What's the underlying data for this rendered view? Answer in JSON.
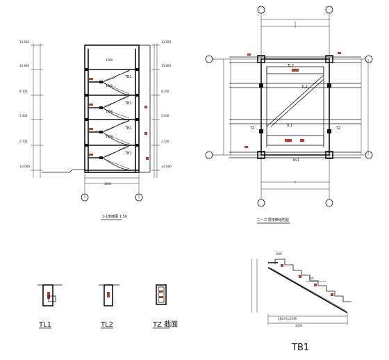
{
  "section": {
    "title": "1-1剖面图 1:50",
    "levels": [
      "13.500",
      "10.800",
      "8.100",
      "5.400",
      "2.700",
      "±0.000"
    ],
    "flight": "1500",
    "bottom_label": "3000",
    "tb": [
      "TB1",
      "TB1",
      "TB1",
      "TB1"
    ]
  },
  "plan": {
    "title": "二~三 层楼梯结构图",
    "tl1": "TL1",
    "tl2": "TL2",
    "tz": "TZ",
    "kl1": "KL1"
  },
  "details": [
    "TL1",
    "TL2",
    "TZ 截面"
  ],
  "tb1": {
    "title": "TB1",
    "top_dim": "600",
    "span_label": "260×9=2340",
    "total": "3200",
    "step_dim": "350"
  }
}
